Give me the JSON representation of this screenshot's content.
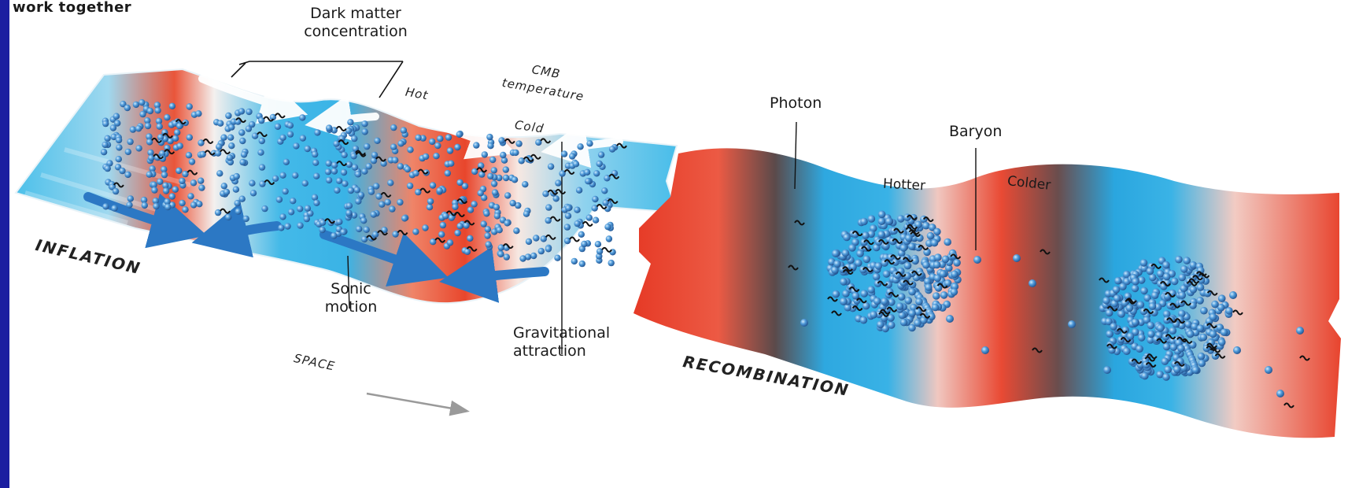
{
  "figure": {
    "title": "work together",
    "labels": {
      "dark_matter": "Dark matter\nconcentration",
      "cmb_temperature": "CMB\ntemperature",
      "hot": "Hot",
      "cold": "Cold",
      "inflation": "INFLATION",
      "sonic_motion": "Sonic\nmotion",
      "gravitational_attraction": "Gravitational\nattraction",
      "space": "SPACE",
      "photon": "Photon",
      "baryon": "Baryon",
      "hotter": "Hotter",
      "colder": "Colder",
      "recombination": "RECOMBINATION"
    },
    "colors": {
      "hot": "#e8452c",
      "cold": "#3db8e8",
      "baryon": "#3a86c9",
      "photon": "#111111",
      "arrow": "#2c78c4",
      "frame": "#1b1ea0"
    }
  }
}
